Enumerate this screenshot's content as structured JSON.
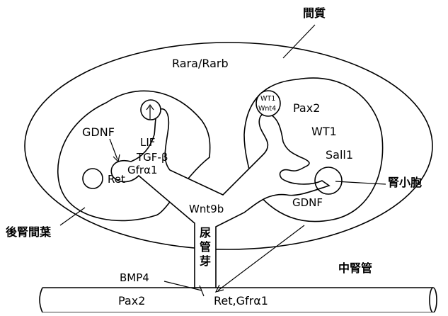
{
  "labels": {
    "stroma": "間質",
    "rara_rarb": "Rara/Rarb",
    "gdnf_left": "GDNF",
    "lif": "LIF",
    "tgf_beta": "TGF-β",
    "gfra1_left": "Gfrα1",
    "ret_left": "Ret",
    "wt1_small": "WT1",
    "wnt4_small": "Wnt4",
    "pax2_right": "Pax2",
    "wt1_right": "WT1",
    "sall1": "Sall1",
    "renal_vesicle": "腎小胞",
    "gdnf_right": "GDNF",
    "wnt9b": "Wnt9b",
    "metanephric_mesenchyme": "後腎間葉",
    "ureteric_bud": [
      "尿",
      "管",
      "芽"
    ],
    "mesonephric_duct": "中腎管",
    "bmp4": "BMP4",
    "pax2_bottom": "Pax2",
    "ret_gfra1_bottom": "Ret,Gfrα1"
  }
}
